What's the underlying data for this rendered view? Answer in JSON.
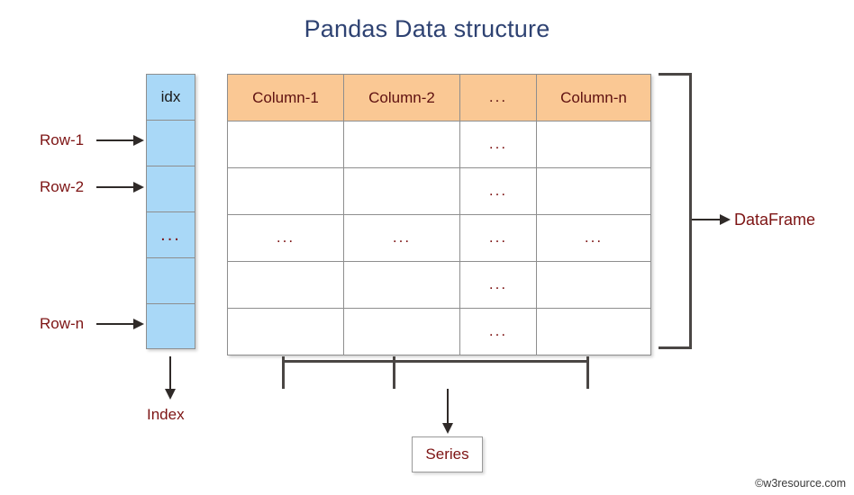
{
  "title": "Pandas Data structure",
  "index_column": {
    "header": "idx",
    "cells": [
      "idx",
      "",
      "",
      "...",
      "",
      ""
    ],
    "caption": "Index",
    "fill_color": "#a9d8f7"
  },
  "table": {
    "header_fill": "#fac894",
    "columns": [
      "Column-1",
      "Column-2",
      "...",
      "Column-n"
    ],
    "rows": [
      [
        "",
        "",
        "...",
        ""
      ],
      [
        "",
        "",
        "...",
        ""
      ],
      [
        "...",
        "...",
        "...",
        "..."
      ],
      [
        "",
        "",
        "...",
        ""
      ],
      [
        "",
        "",
        "...",
        ""
      ]
    ]
  },
  "row_labels": [
    {
      "label": "Row-1"
    },
    {
      "label": "Row-2"
    },
    {
      "label": "Row-n"
    }
  ],
  "annotations": {
    "series": "Series",
    "dataframe": "DataFrame"
  },
  "footer": "©w3resource.com",
  "colors": {
    "title": "#2e4272",
    "label_text": "#7d1414",
    "index_fill": "#a9d8f7",
    "header_fill": "#fac894",
    "cell_border": "#8e8e8e",
    "arrow": "#2f2a28",
    "bracket": "#4a4644"
  }
}
